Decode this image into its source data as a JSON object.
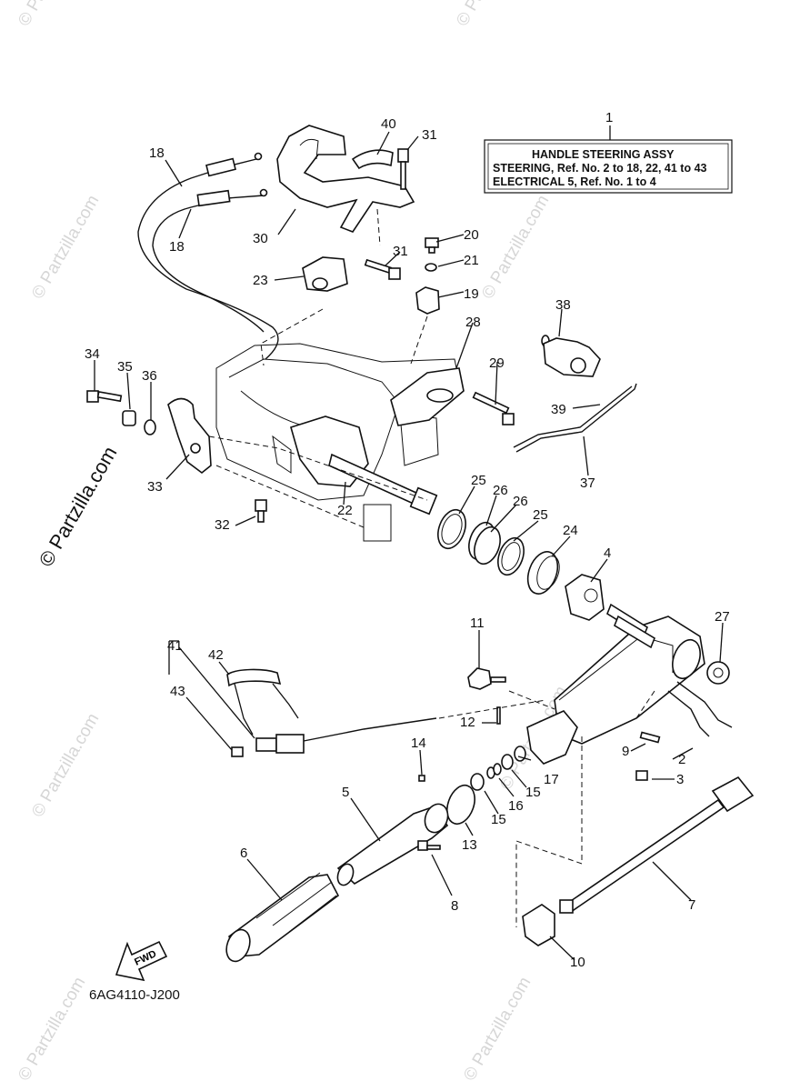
{
  "legend": {
    "number": "1",
    "title": "HANDLE STEERING ASSY",
    "line1": "STEERING,  Ref. No. 2 to 18, 22, 41 to 43",
    "line2": "ELECTRICAL 5,  Ref. No. 1 to 4"
  },
  "drawing_code": "6AG4110-J200",
  "fwd_label": "FWD",
  "watermark": {
    "text": "© Partzilla.com",
    "main_text": "© Partzilla.com"
  },
  "callouts": {
    "c2": "2",
    "c3": "3",
    "c4": "4",
    "c5": "5",
    "c6": "6",
    "c7": "7",
    "c8": "8",
    "c9": "9",
    "c10": "10",
    "c11": "11",
    "c12": "12",
    "c13": "13",
    "c14": "14",
    "c15a": "15",
    "c15b": "15",
    "c16": "16",
    "c17": "17",
    "c18a": "18",
    "c18b": "18",
    "c19": "19",
    "c20": "20",
    "c21": "21",
    "c22": "22",
    "c23": "23",
    "c24": "24",
    "c25a": "25",
    "c25b": "25",
    "c26a": "26",
    "c26b": "26",
    "c27": "27",
    "c28": "28",
    "c29": "29",
    "c30": "30",
    "c31a": "31",
    "c31b": "31",
    "c32": "32",
    "c33": "33",
    "c34": "34",
    "c35": "35",
    "c36": "36",
    "c37": "37",
    "c38": "38",
    "c39": "39",
    "c40": "40",
    "c41": "41",
    "c42": "42",
    "c43": "43"
  }
}
